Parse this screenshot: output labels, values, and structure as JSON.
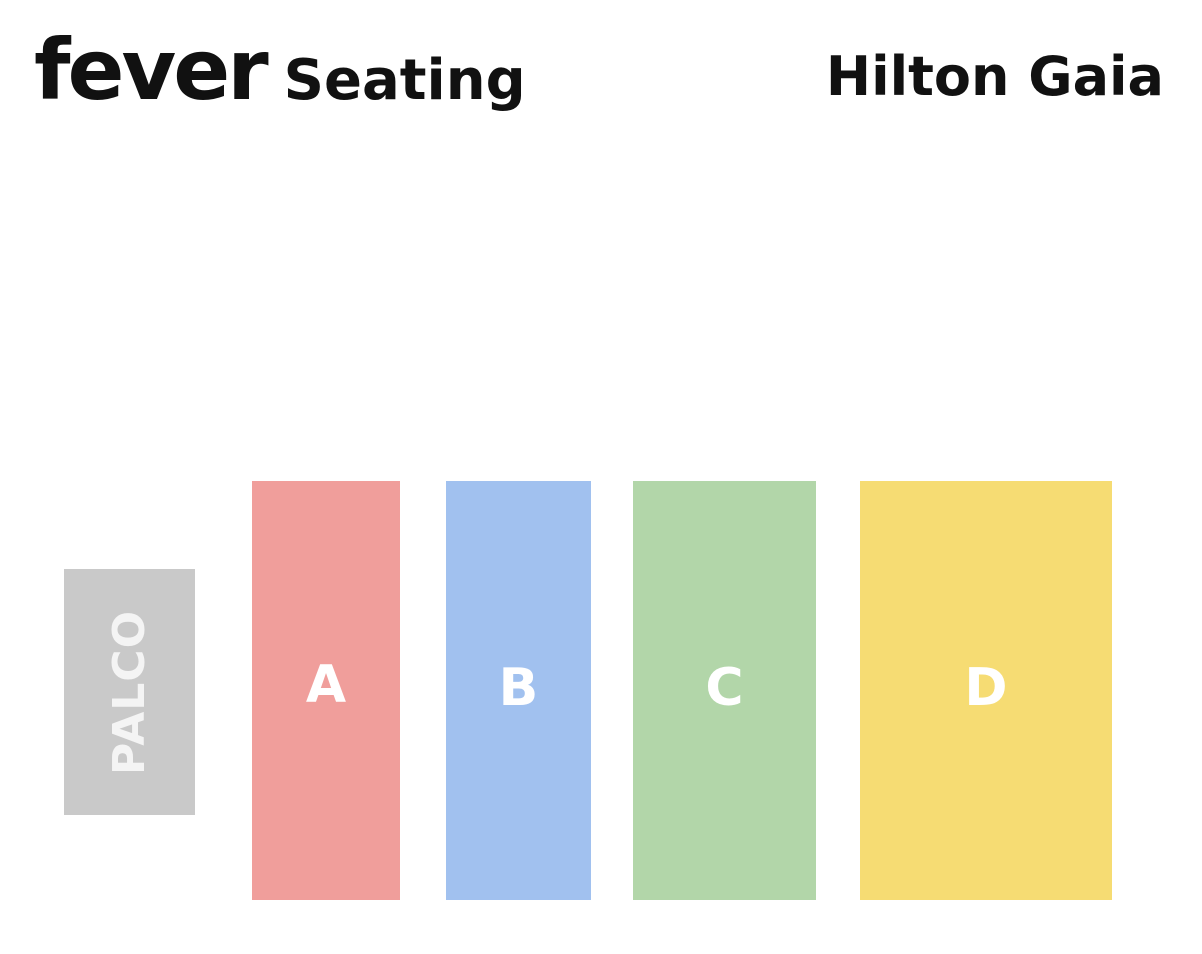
{
  "header": {
    "logo_text": "fever",
    "product_name": "Seating",
    "venue_name": "Hilton Gaia"
  },
  "seating_map": {
    "stage": {
      "label": "PALCO",
      "color": "#c9c9c9"
    },
    "sections": [
      {
        "label": "A",
        "color": "#f09e9b"
      },
      {
        "label": "B",
        "color": "#a1c1ef"
      },
      {
        "label": "C",
        "color": "#b2d6a9"
      },
      {
        "label": "D",
        "color": "#f6dc73"
      }
    ]
  }
}
